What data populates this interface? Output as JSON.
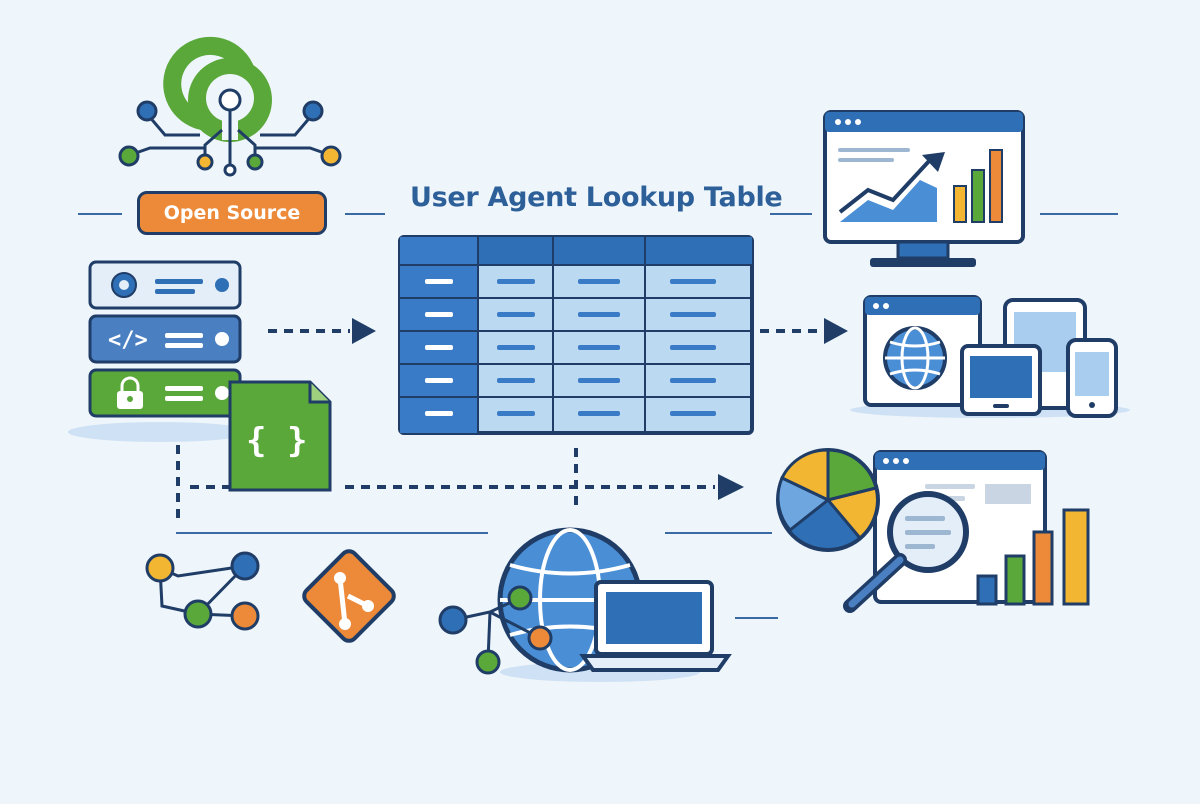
{
  "diagram": {
    "title": "User Agent Lookup Table",
    "open_source_label": "Open Source",
    "table": {
      "rows": 5,
      "columns": 4
    }
  },
  "icons": {
    "open_source": "open-source-logo-icon",
    "server_stack": "server-stack-icon",
    "json_file": "json-file-icon",
    "graph_network": "graph-network-icon",
    "git": "git-icon",
    "globe_laptop": "globe-laptop-icon",
    "monitor_chart": "monitor-chart-icon",
    "devices": "multi-device-icon",
    "analytics": "analytics-report-icon"
  },
  "colors": {
    "background": "#eef5fb",
    "navy": "#1f3d66",
    "blue": "#2f6fb5",
    "light_blue": "#a9cdee",
    "green": "#5aa83a",
    "orange": "#ec8a3a",
    "yellow": "#f2b632",
    "title": "#2d5f99"
  }
}
